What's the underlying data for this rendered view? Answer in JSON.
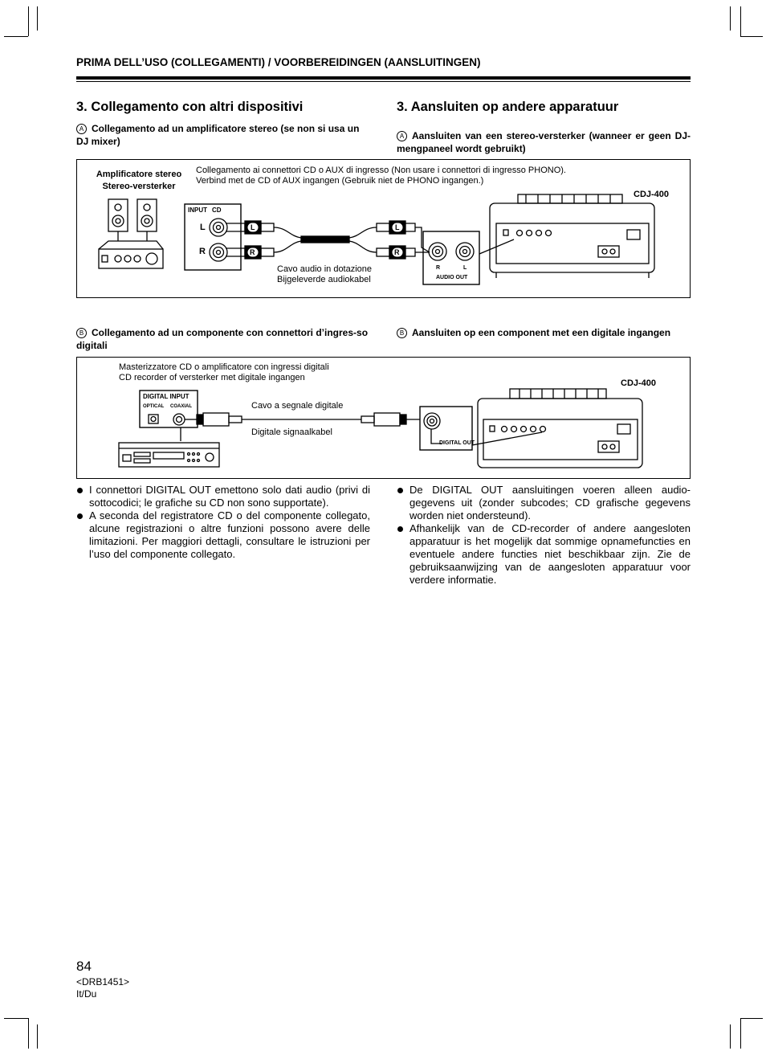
{
  "header": "PRIMA DELL’USO (COLLEGAMENTI) / VOORBEREIDINGEN (AANSLUITINGEN)",
  "left": {
    "title": "3. Collegamento con altri dispositivi",
    "a_marker": "A",
    "a_text": "Collegamento ad un amplificatore stereo (se non si usa un DJ mixer)",
    "b_marker": "B",
    "b_text": "Collegamento ad un componente con connettori d’ingres-so digitali",
    "bullets": [
      "I connettori DIGITAL OUT emettono solo dati audio (privi di sottocodici; le grafiche su CD non sono supportate).",
      "A seconda del registratore CD o del componente collegato, alcune registrazioni o altre funzioni possono avere delle limitazioni. Per maggiori dettagli, consultare le istruzioni per l’uso del componente collegato."
    ]
  },
  "right": {
    "title": "3. Aansluiten op andere apparatuur",
    "a_marker": "A",
    "a_text": "Aansluiten van een stereo-versterker (wanneer er geen DJ-mengpaneel wordt gebruikt)",
    "b_marker": "B",
    "b_text": "Aansluiten op een component met een digitale ingangen",
    "bullets": [
      "De DIGITAL OUT aansluitingen voeren alleen audio-gegevens uit (zonder subcodes; CD grafische gegevens worden niet ondersteund).",
      "Afhankelijk van de CD-recorder of andere aangesloten apparatuur is het mogelijk dat sommige opnamefuncties en eventuele andere functies niet beschikbaar zijn. Zie de gebruiksaanwijzing van de aangesloten apparatuur voor verdere informatie."
    ]
  },
  "figure_a": {
    "amp_label_it": "Amplificatore stereo",
    "amp_label_du": "Stereo-versterker",
    "note_it": "Collegamento ai connettori CD o AUX di ingresso (Non usare i connettori di ingresso PHONO).",
    "note_du": "Verbind met de CD of AUX ingangen (Gebruik niet de PHONO ingangen.)",
    "input_label": "INPUT",
    "cd_label": "CD",
    "l_label": "L",
    "r_label": "R",
    "cable_it": "Cavo audio in dotazione",
    "cable_du": "Bijgeleverde audiokabel",
    "audio_out": "AUDIO OUT",
    "device": "CDJ-400"
  },
  "figure_b": {
    "device_it": "Masterizzatore CD o amplificatore con ingressi digitali",
    "device_du": "CD recorder of versterker met digitale ingangen",
    "digital_input": "DIGITAL INPUT",
    "optical": "OPTICAL",
    "coaxial": "COAXIAL",
    "cable_it": "Cavo a segnale digitale",
    "cable_du": "Digitale signaalkabel",
    "digital_out": "DIGITAL OUT",
    "device": "CDJ-400"
  },
  "footer": {
    "page": "84",
    "code": "<DRB1451>",
    "lang": "It/Du"
  }
}
